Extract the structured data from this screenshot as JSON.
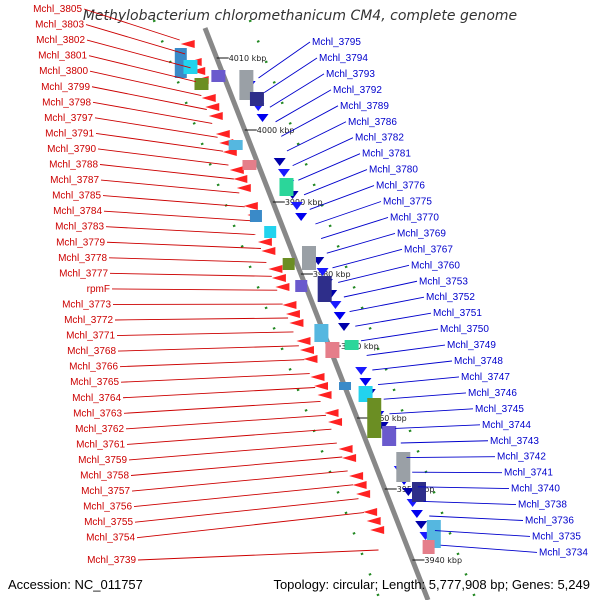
{
  "title": "Methylobacterium chloromethanicum CM4, complete genome",
  "footer": {
    "accession": "Accession: NC_011757",
    "summary": "Topology: circular; Length: 5,777,908 bp; Genes: 5,249"
  },
  "colors": {
    "backbone": "#888888",
    "left_label": "#cc0000",
    "right_label": "#0000cc",
    "forward_gene": "#ff0000",
    "reverse_gene": "#0000ee",
    "dots": "#228822"
  },
  "ticks": [
    "4010 kbp",
    "4000 kbp",
    "3990 kbp",
    "3980 kbp",
    "3970 kbp",
    "3960 kbp",
    "3950 kbp",
    "3940 kbp"
  ],
  "left_labels": [
    "Mchl_3805",
    "Mchl_3803",
    "Mchl_3802",
    "Mchl_3801",
    "Mchl_3800",
    "Mchl_3799",
    "Mchl_3798",
    "Mchl_3797",
    "Mchl_3791",
    "Mchl_3790",
    "Mchl_3788",
    "Mchl_3787",
    "Mchl_3785",
    "Mchl_3784",
    "Mchl_3783",
    "Mchl_3779",
    "Mchl_3778",
    "Mchl_3777",
    "rpmF",
    "Mchl_3773",
    "Mchl_3772",
    "Mchl_3771",
    "Mchl_3768",
    "Mchl_3766",
    "Mchl_3765",
    "Mchl_3764",
    "Mchl_3763",
    "Mchl_3762",
    "Mchl_3761",
    "Mchl_3759",
    "Mchl_3758",
    "Mchl_3757",
    "Mchl_3756",
    "Mchl_3755",
    "Mchl_3754",
    "Mchl_3739"
  ],
  "right_labels": [
    "Mchl_3795",
    "Mchl_3794",
    "Mchl_3793",
    "Mchl_3792",
    "Mchl_3789",
    "Mchl_3786",
    "Mchl_3782",
    "Mchl_3781",
    "Mchl_3780",
    "Mchl_3776",
    "Mchl_3775",
    "Mchl_3770",
    "Mchl_3769",
    "Mchl_3767",
    "Mchl_3760",
    "Mchl_3753",
    "Mchl_3752",
    "Mchl_3751",
    "Mchl_3750",
    "Mchl_3749",
    "Mchl_3748",
    "Mchl_3747",
    "Mchl_3746",
    "Mchl_3745",
    "Mchl_3744",
    "Mchl_3743",
    "Mchl_3742",
    "Mchl_3741",
    "Mchl_3740",
    "Mchl_3738",
    "Mchl_3736",
    "Mchl_3735",
    "Mchl_3734"
  ]
}
